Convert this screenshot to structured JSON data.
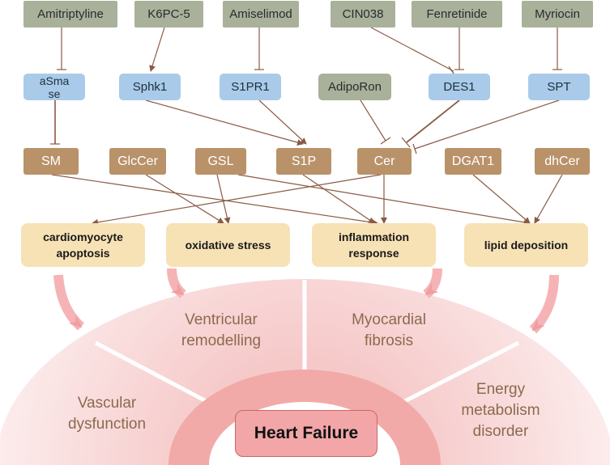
{
  "drugs": {
    "amitriptyline": "Amitriptyline",
    "k6pc5": "K6PC-5",
    "amiselimod": "Amiselimod",
    "cin038": "CIN038",
    "fenretinide": "Fenretinide",
    "myriocin": "Myriocin",
    "adiporon": "AdipoRon"
  },
  "enzymes": {
    "asmase": "aSmase",
    "sphk1": "Sphk1",
    "s1pr1": "S1PR1",
    "des1": "DES1",
    "spt": "SPT"
  },
  "lipids": {
    "sm": "SM",
    "glccer": "GlcCer",
    "gsl": "GSL",
    "s1p": "S1P",
    "cer": "Cer",
    "dgat1": "DGAT1",
    "dhcer": "dhCer"
  },
  "outcomes": {
    "apoptosis": "cardiomyocyte apoptosis",
    "oxidative": "oxidative stress",
    "inflammation": "inflammation response",
    "lipid_deposition": "lipid deposition"
  },
  "arc_labels": {
    "ventricular": "Ventricular remodelling",
    "myocardial": "Myocardial fibrosis",
    "vascular": "Vascular dysfunction",
    "energy": "Energy metabolism disorder"
  },
  "center_label": "Heart Failure",
  "colors": {
    "drug_box": "#a9b19b",
    "enzyme_box": "#a9cbe9",
    "lipid_box": "#b9926a",
    "outcome_box": "#f7e2b6",
    "arc_fill": "#f9dcdc",
    "heart_failure": "#f2a6a8",
    "connector": "#8a5a44"
  }
}
